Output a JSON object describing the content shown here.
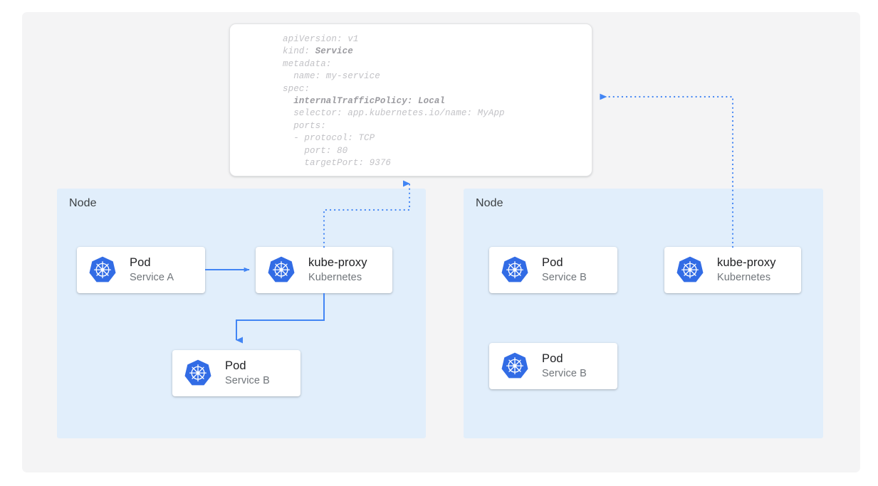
{
  "canvas": {
    "background_color": "#f4f4f5",
    "page_background_color": "#ffffff"
  },
  "colors": {
    "accent_blue": "#4285f4",
    "node_fill": "#e1eefb",
    "card_fill": "#ffffff",
    "yaml_text": "#c2c2c6",
    "yaml_bold_text": "#9b9ba0",
    "title_text": "#202124",
    "subtitle_text": "#70757a",
    "logo_blue": "#326ce5"
  },
  "yaml_card": {
    "name": "service-manifest",
    "lines": [
      {
        "text": "apiVersion: v1",
        "bold": false
      },
      {
        "text": "kind: ",
        "bold": false,
        "bold_suffix": "Service"
      },
      {
        "text": "metadata:",
        "bold": false
      },
      {
        "text": "  name: my-service",
        "bold": false
      },
      {
        "text": "spec:",
        "bold": false
      },
      {
        "text": "  internalTrafficPolicy: Local",
        "bold": true
      },
      {
        "text": "  selector: app.kubernetes.io/name: MyApp",
        "bold": false
      },
      {
        "text": "  ports:",
        "bold": false
      },
      {
        "text": "  - protocol: TCP",
        "bold": false
      },
      {
        "text": "    port: 80",
        "bold": false
      },
      {
        "text": "    targetPort: 9376",
        "bold": false
      }
    ],
    "raw_text": "apiVersion: v1\nkind: Service\nmetadata:\n  name: my-service\nspec:\n  internalTrafficPolicy: Local\n  selector: app.kubernetes.io/name: MyApp\n  ports:\n  - protocol: TCP\n    port: 80\n    targetPort: 9376"
  },
  "nodes": [
    {
      "id": "node-left",
      "label": "Node",
      "cards": [
        {
          "id": "card-pod-a",
          "title": "Pod",
          "subtitle": "Service A",
          "icon": "kubernetes-logo-icon"
        },
        {
          "id": "card-kubeproxy-l",
          "title": "kube-proxy",
          "subtitle": "Kubernetes",
          "icon": "kubernetes-logo-icon"
        },
        {
          "id": "card-pod-b-left",
          "title": "Pod",
          "subtitle": "Service B",
          "icon": "kubernetes-logo-icon"
        }
      ]
    },
    {
      "id": "node-right",
      "label": "Node",
      "cards": [
        {
          "id": "card-pod-b-r1",
          "title": "Pod",
          "subtitle": "Service B",
          "icon": "kubernetes-logo-icon"
        },
        {
          "id": "card-kubeproxy-r",
          "title": "kube-proxy",
          "subtitle": "Kubernetes",
          "icon": "kubernetes-logo-icon"
        },
        {
          "id": "card-pod-b-r2",
          "title": "Pod",
          "subtitle": "Service B",
          "icon": "kubernetes-logo-icon"
        }
      ]
    }
  ],
  "connectors": [
    {
      "id": "pod-a-to-kubeproxy",
      "style": "solid",
      "from": "card-pod-a",
      "to": "card-kubeproxy-l",
      "arrow": "right"
    },
    {
      "id": "kubeproxy-to-pod-b",
      "style": "solid",
      "from": "card-kubeproxy-l",
      "to": "card-pod-b-left",
      "arrow": "down"
    },
    {
      "id": "kubeproxy-left-to-manifest",
      "style": "dotted",
      "from": "card-kubeproxy-l",
      "to": "service-manifest",
      "arrow": "up"
    },
    {
      "id": "kubeproxy-right-to-manifest",
      "style": "dotted",
      "from": "card-kubeproxy-r",
      "to": "service-manifest",
      "arrow": "left"
    }
  ]
}
